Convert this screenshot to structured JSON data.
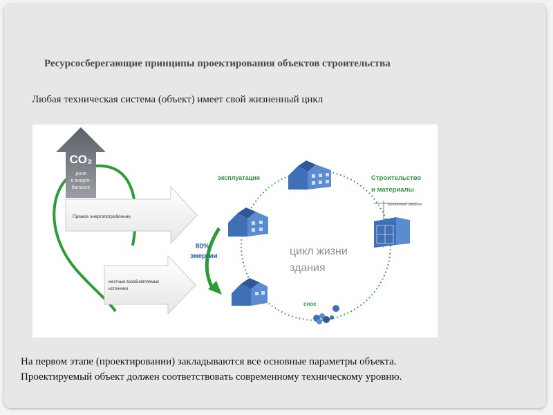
{
  "slide": {
    "title": "Ресурсосберегающие принципы проектирования объектов строительства",
    "subtitle": "Любая техническая система (объект) имеет свой жизненный цикл",
    "paragraph_line_1": "На первом этапе (проектировании) закладываются все основные параметры объекта.",
    "paragraph_line_2": "Проектируемый объект должен соответствовать современному техническому уровню."
  },
  "diagram": {
    "co2_label": "CO₂",
    "co2_caption_1": "доля",
    "co2_caption_2": "в энерго-",
    "co2_caption_3": "балансе",
    "arrow_direct": "Прямое энергопотребление",
    "arrow_local_1": "местные возобновляемые",
    "arrow_local_2": "источники",
    "percent": "80%",
    "percent_caption": "энергии",
    "stage_operation": "эксплуатация",
    "stage_construction_1": "Строительство",
    "stage_construction_2": "и материалы",
    "embodied_energy": "вложенная энергия",
    "stage_demolition": "снос",
    "center_1": "цикл жизни",
    "center_2": "здания",
    "colors": {
      "green": "#2e9a3a",
      "house_blue": "#3f6fb5",
      "gray_arrow": "#6a6e74"
    }
  }
}
